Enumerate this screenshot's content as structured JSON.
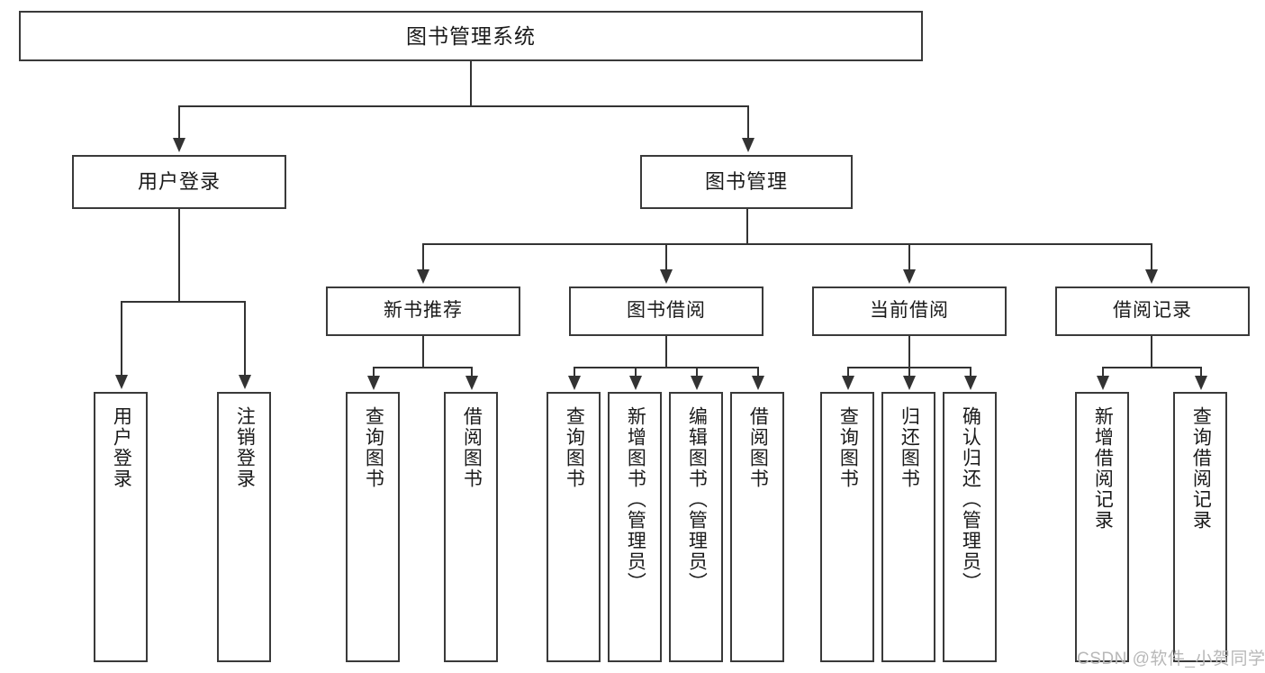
{
  "diagram": {
    "type": "tree-hierarchy-chart",
    "title": "图书管理系统",
    "root": {
      "id": "root",
      "label": "图书管理系统"
    },
    "level2": [
      {
        "id": "user-login",
        "label": "用户登录"
      },
      {
        "id": "book-management",
        "label": "图书管理"
      }
    ],
    "level3": [
      {
        "id": "new-book-recommend",
        "label": "新书推荐",
        "parent": "book-management"
      },
      {
        "id": "book-borrow",
        "label": "图书借阅",
        "parent": "book-management"
      },
      {
        "id": "current-borrow",
        "label": "当前借阅",
        "parent": "book-management"
      },
      {
        "id": "borrow-record",
        "label": "借阅记录",
        "parent": "book-management"
      }
    ],
    "leaves": [
      {
        "id": "leaf-user-login",
        "label": "用户登录",
        "parent": "user-login"
      },
      {
        "id": "leaf-logout-login",
        "label": "注销登录",
        "parent": "user-login"
      },
      {
        "id": "leaf-query-book-1",
        "label": "查询图书",
        "parent": "new-book-recommend"
      },
      {
        "id": "leaf-borrow-book-1",
        "label": "借阅图书",
        "parent": "new-book-recommend"
      },
      {
        "id": "leaf-query-book-2",
        "label": "查询图书",
        "parent": "book-borrow"
      },
      {
        "id": "leaf-add-book",
        "label": "新增图书（管理员）",
        "parent": "book-borrow"
      },
      {
        "id": "leaf-edit-book",
        "label": "编辑图书（管理员）",
        "parent": "book-borrow"
      },
      {
        "id": "leaf-borrow-book-2",
        "label": "借阅图书",
        "parent": "book-borrow"
      },
      {
        "id": "leaf-query-book-3",
        "label": "查询图书",
        "parent": "current-borrow"
      },
      {
        "id": "leaf-return-book",
        "label": "归还图书",
        "parent": "current-borrow"
      },
      {
        "id": "leaf-confirm-return",
        "label": "确认归还（管理员）",
        "parent": "current-borrow"
      },
      {
        "id": "leaf-add-record",
        "label": "新增借阅记录",
        "parent": "borrow-record"
      },
      {
        "id": "leaf-query-record",
        "label": "查询借阅记录",
        "parent": "borrow-record"
      }
    ]
  },
  "watermark": {
    "text": "CSDN @软件_小贺同学"
  },
  "colors": {
    "box_border": "#3a3a3a",
    "connector": "#333333",
    "text": "#1a1a1a",
    "background": "#ffffff",
    "watermark": "#b8b8b8"
  }
}
